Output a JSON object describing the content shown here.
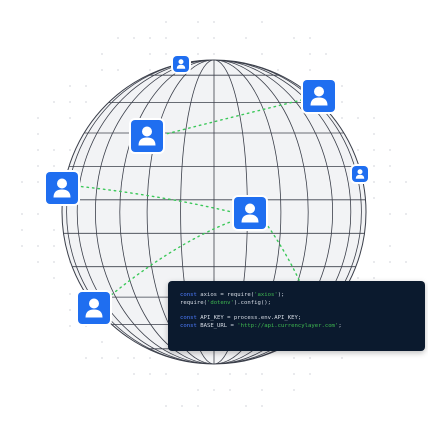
{
  "colors": {
    "avatar": "#1f6ef0",
    "globe_line": "#3b3f4a",
    "globe_fill": "#f2f3f5",
    "connection": "#3cc85a",
    "dot_grid": "#d9dbe0",
    "code_bg": "#0b1a2e",
    "keyword": "#4d7cff",
    "string": "#3fb950",
    "code_text": "#d7dde6"
  },
  "icons": {
    "avatar": "user-avatar-icon",
    "globe": "globe-wireframe-icon"
  },
  "code": {
    "line1": {
      "kw": "const",
      "text": " axios = require(",
      "str": "'axios'",
      "end": ");"
    },
    "line2": {
      "text": "require(",
      "str": "'dotenv'",
      "end": ").config();"
    },
    "line3": {
      "kw": "const",
      "text": " API_KEY = process.env.API_KEY;"
    },
    "line4": {
      "kw": "const",
      "text": " BASE_URL = ",
      "str": "'http://api.currencylayer.com'",
      "end": ";"
    }
  }
}
